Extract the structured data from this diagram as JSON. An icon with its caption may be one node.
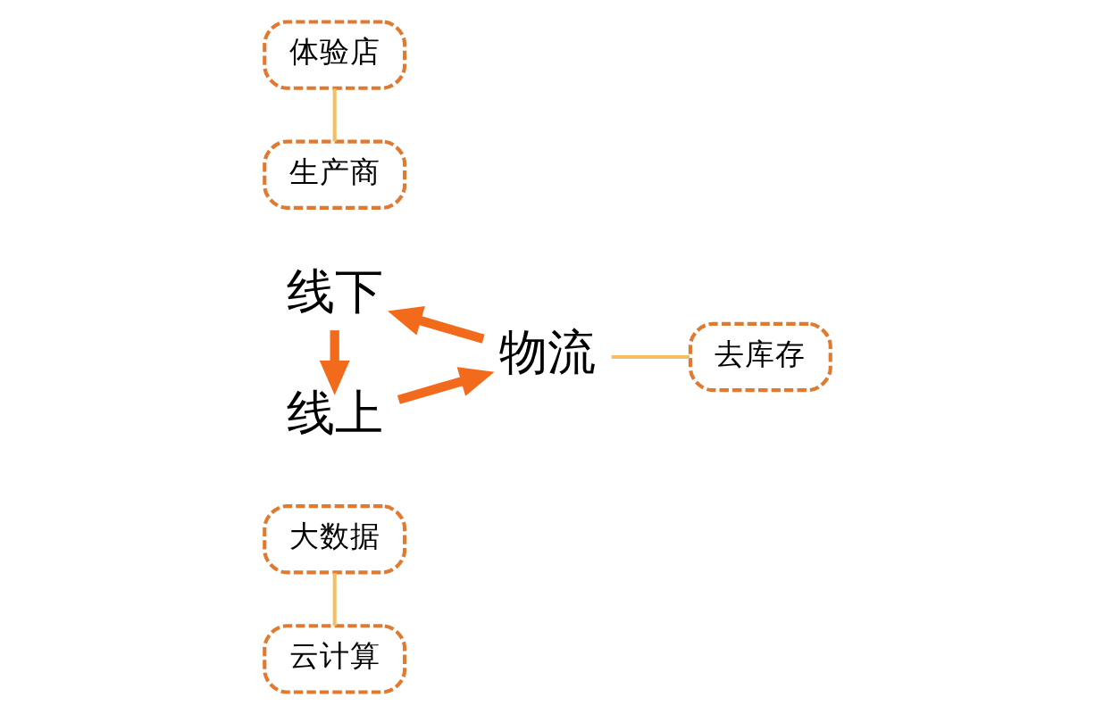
{
  "diagram": {
    "nodes": [
      {
        "text": [
          "大数据"
        ]
      },
      {
        "text": [
          "云计算"
        ]
      },
      {
        "text": [
          "线上"
        ]
      },
      {
        "text": [
          "物流"
        ]
      },
      {
        "text": [
          "去库存"
        ]
      },
      {
        "text": [
          "线下"
        ]
      },
      {
        "text": [
          "体验店"
        ]
      },
      {
        "text": [
          "生产商"
        ]
      }
    ],
    "edges": [
      {
        "from": 0,
        "to": 1,
        "arrow": "none",
        "color": "#f2c063"
      },
      {
        "from": 2,
        "to": 3,
        "arrow": "to",
        "style": "thick",
        "color": "#f26a1b"
      },
      {
        "from": 3,
        "to": 4,
        "arrow": "none",
        "color": "#f2c063"
      },
      {
        "from": 3,
        "to": 5,
        "arrow": "to",
        "style": "thick",
        "color": "#f26a1b"
      },
      {
        "from": 5,
        "to": 2,
        "arrow": "to",
        "style": "thick",
        "color": "#f26a1b"
      },
      {
        "from": 6,
        "to": 7,
        "arrow": "none",
        "color": "#f2c063"
      }
    ]
  }
}
